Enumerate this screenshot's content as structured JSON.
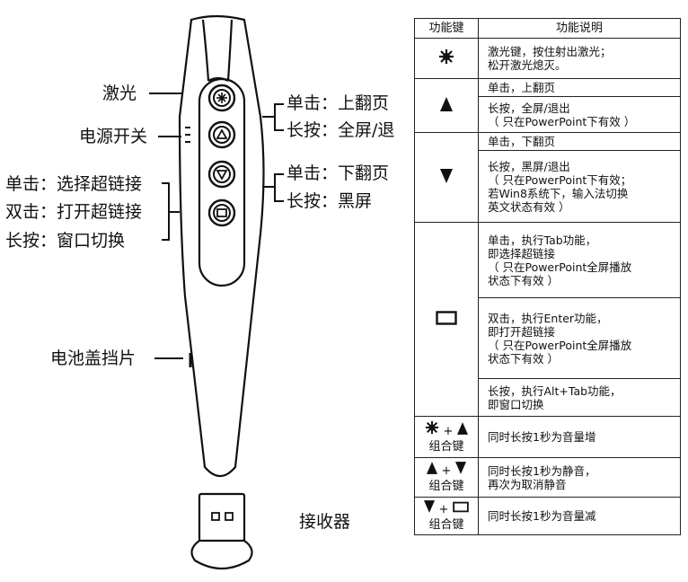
{
  "labels": {
    "laser": "激光",
    "power": "电源开关",
    "left_click": "单击：选择超链接",
    "left_double": "双击：打开超链接",
    "left_long": "长按：窗口切换",
    "battery": "电池盖挡片",
    "up_click": "单击：上翻页",
    "up_long": "长按：全屏/退",
    "down_click": "单击：下翻页",
    "down_long": "长按：黑屏",
    "receiver": "接收器"
  },
  "table": {
    "header_key": "功能键",
    "header_desc": "功能说明",
    "combo_label": "组合键",
    "plus": "+",
    "rows": {
      "laser": [
        "激光键，按住射出激光；",
        "松开激光熄灭。"
      ],
      "up_click": [
        "单击，上翻页"
      ],
      "up_long": [
        "长按，全屏/退出",
        "（ 只在PowerPoint下有效 ）"
      ],
      "down_click": [
        "单击，下翻页"
      ],
      "down_long": [
        "长按，黑屏/退出",
        "（ 只在PowerPoint下有效；",
        "若Win8系统下，输入法切换",
        "英文状态有效 ）"
      ],
      "sq_click": [
        "单击，执行Tab功能，",
        "即选择超链接",
        "（ 只在PowerPoint全屏播放",
        "状态下有效 ）"
      ],
      "sq_double": [
        "双击，执行Enter功能，",
        "即打开超链接",
        "（ 只在PowerPoint全屏播放",
        "状态下有效 ）"
      ],
      "sq_long": [
        "长按，执行Alt+Tab功能，",
        "即窗口切换"
      ],
      "combo_vol_up": [
        "同时长按1秒为音量增"
      ],
      "combo_mute": [
        "同时长按1秒为静音，",
        "再次为取消静音"
      ],
      "combo_vol_down": [
        "同时长按1秒为音量减"
      ]
    }
  }
}
